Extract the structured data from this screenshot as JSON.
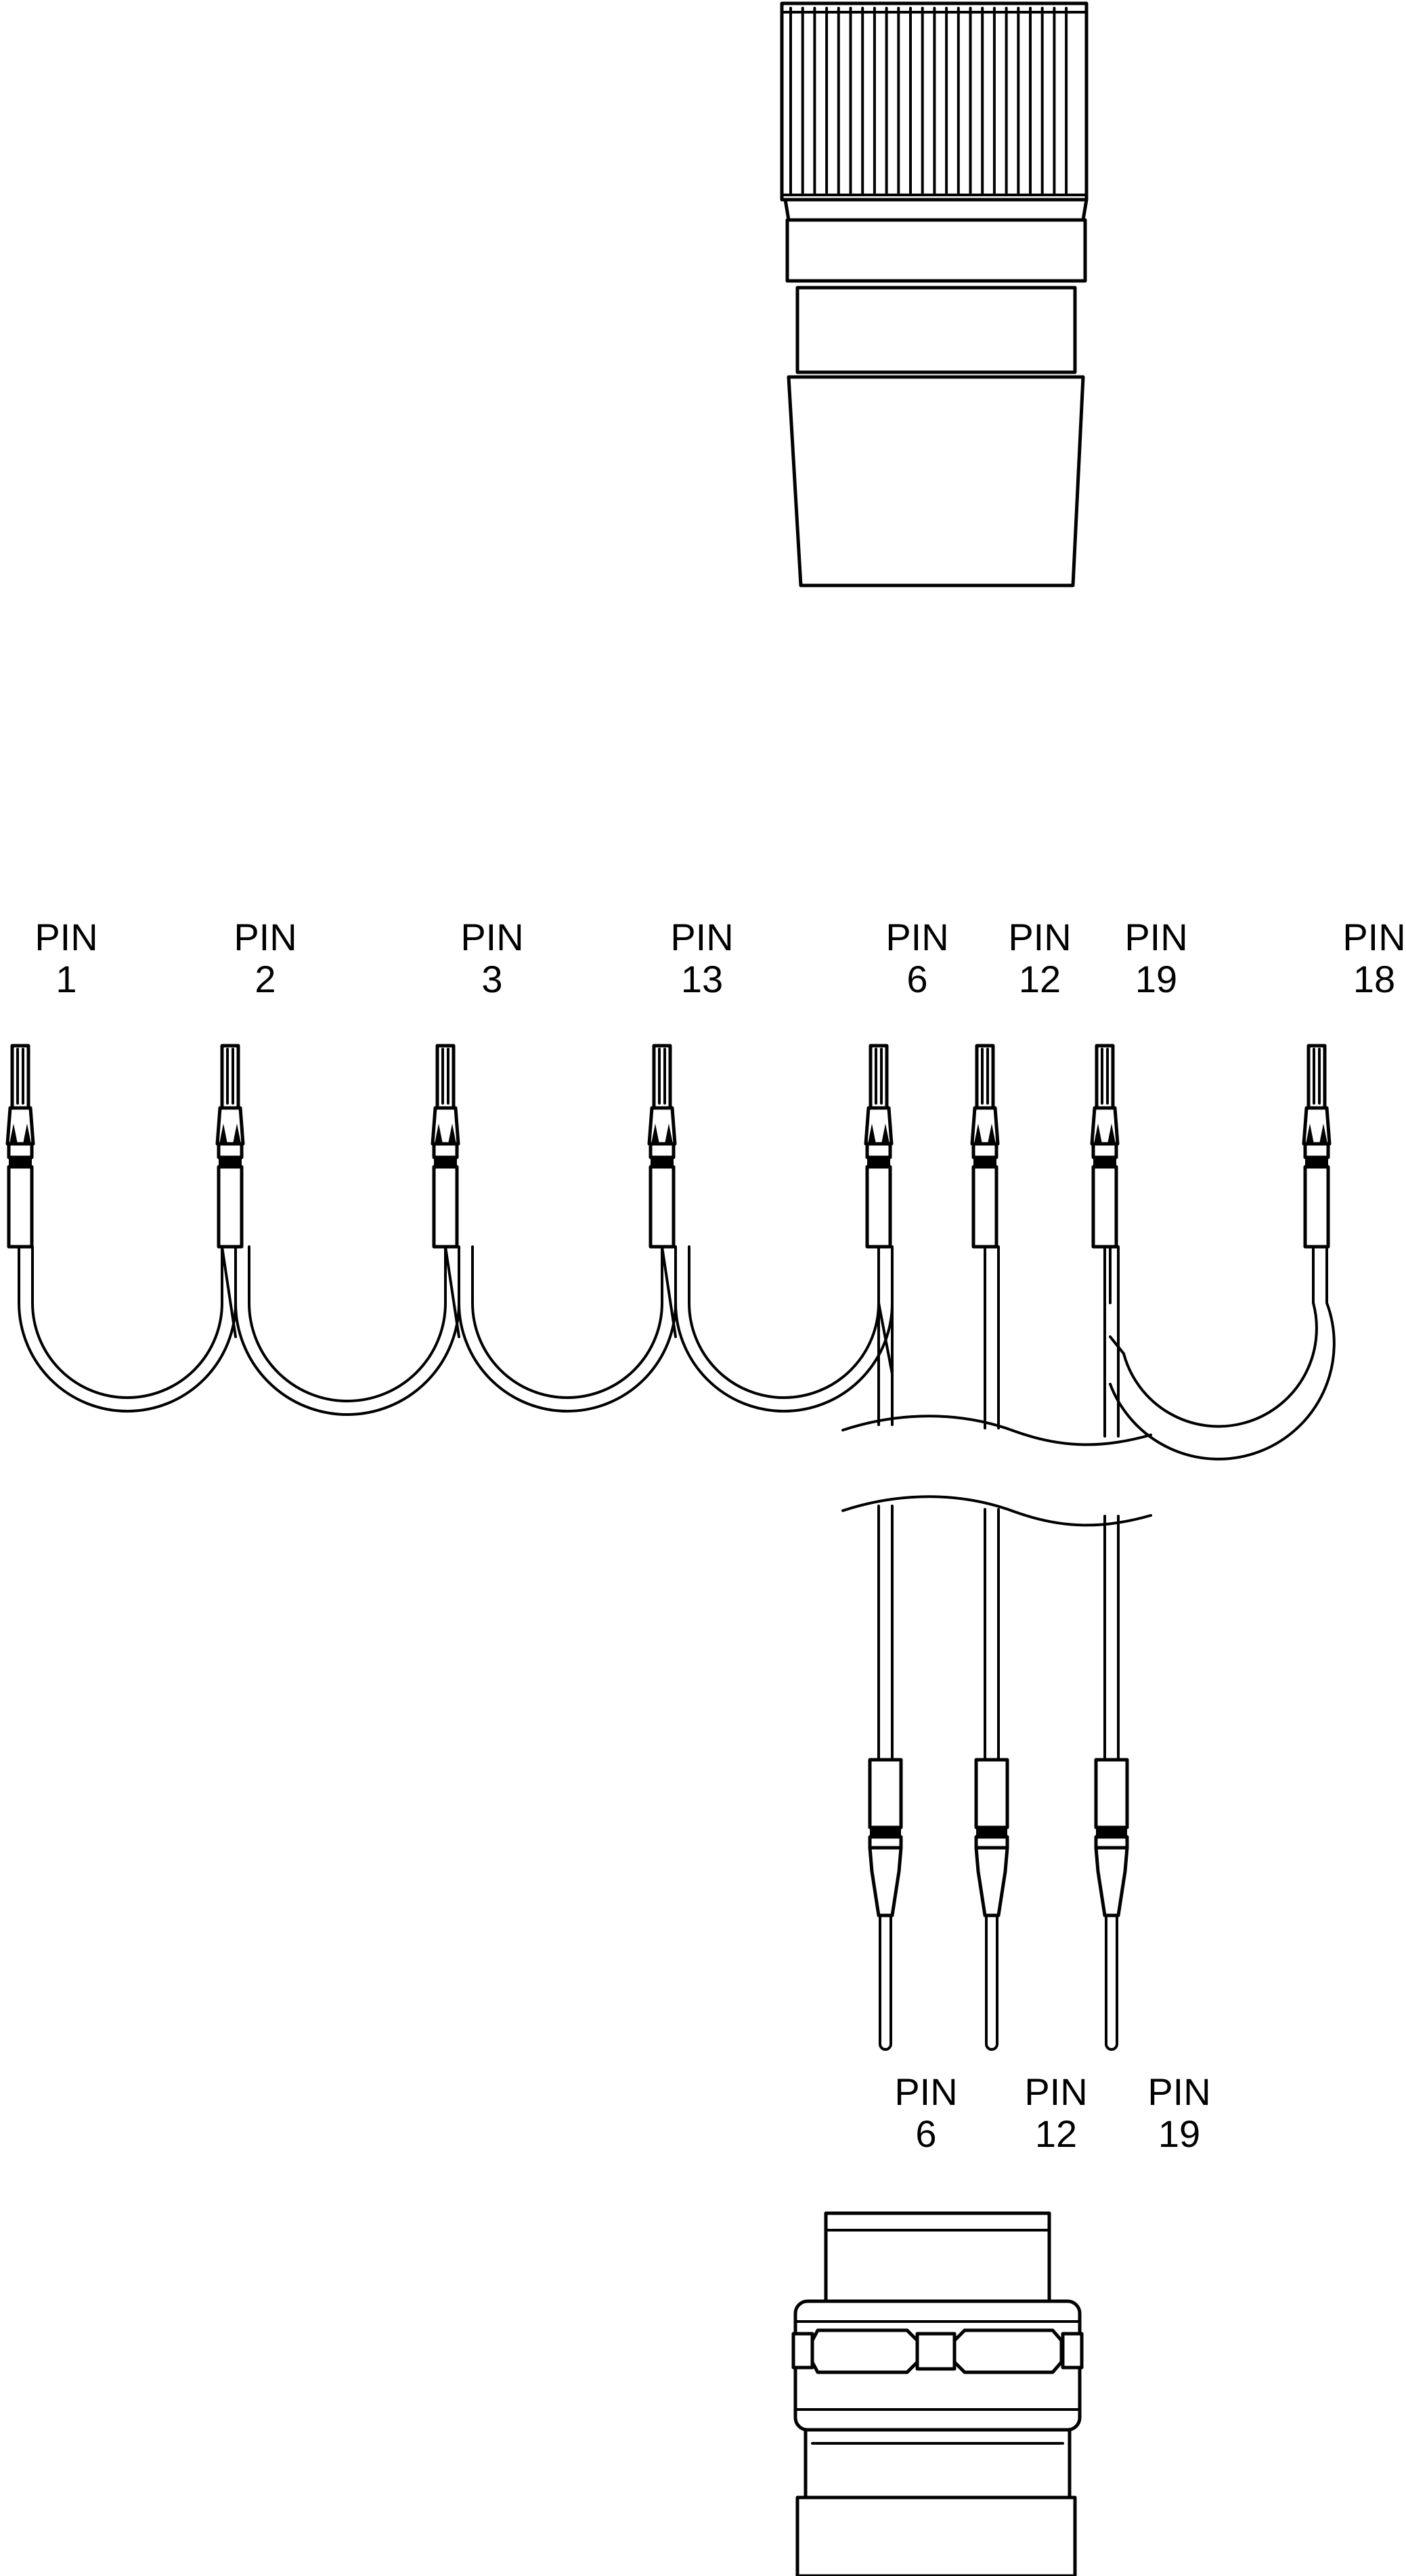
{
  "diagram": {
    "top_labels": [
      {
        "line1": "PIN",
        "line2": "1"
      },
      {
        "line1": "PIN",
        "line2": "2"
      },
      {
        "line1": "PIN",
        "line2": "3"
      },
      {
        "line1": "PIN",
        "line2": "13"
      },
      {
        "line1": "PIN",
        "line2": "6"
      },
      {
        "line1": "PIN",
        "line2": "12"
      },
      {
        "line1": "PIN",
        "line2": "19"
      },
      {
        "line1": "PIN",
        "line2": "18"
      }
    ],
    "bottom_labels": [
      {
        "line1": "PIN",
        "line2": "6"
      },
      {
        "line1": "PIN",
        "line2": "12"
      },
      {
        "line1": "PIN",
        "line2": "19"
      }
    ]
  },
  "colors": {
    "line": "#000000",
    "background": "#ffffff"
  }
}
